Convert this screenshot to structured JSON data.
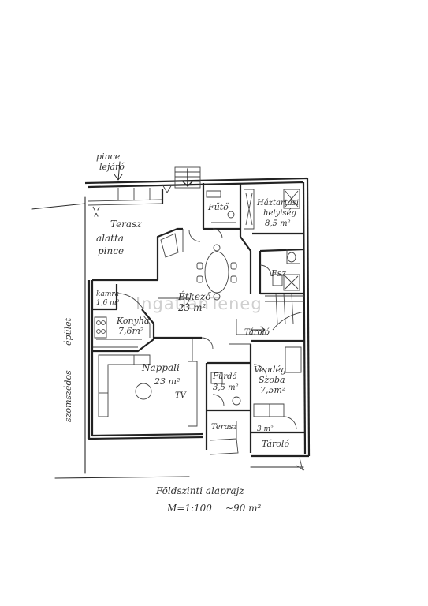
{
  "watermark": "IngatlanTeneg",
  "labels": {
    "pince_line1": "pince",
    "pince_line2": "lejáró",
    "terasz_top": "Terasz",
    "alatta_line1": "alatta",
    "alatta_line2": "pince",
    "futo": "Fűtő",
    "haztartasi_line1": "Háztartási",
    "haztartasi_line2": "helyiség",
    "haztartasi_area": "8,5 m²",
    "fsz": "Fsz",
    "kamra": "kamra",
    "kamra_area": "1,6 m²",
    "konyha": "Konyha",
    "konyha_area": "7,6m²",
    "etkezo": "Étkező",
    "etkezo_area": "23 m²",
    "tarolo_small": "Tároló",
    "nappali": "Nappali",
    "nappali_area": "23 m²",
    "tv": "TV",
    "furdo": "Fürdő",
    "furdo_area": "3,5 m²",
    "vendeg_line1": "Vendég",
    "vendeg_line2": "Szoba",
    "vendeg_area": "7,5m²",
    "terasz_bottom": "Terasz",
    "tarolo_area": "3 m²",
    "tarolo": "Tároló",
    "szomszedos_line1": "szomszédos",
    "szomszedos_line2": "épület",
    "caption_title": "Földszinti alaprajz",
    "caption_scale": "M=1:100",
    "caption_total": "~90 m²"
  }
}
